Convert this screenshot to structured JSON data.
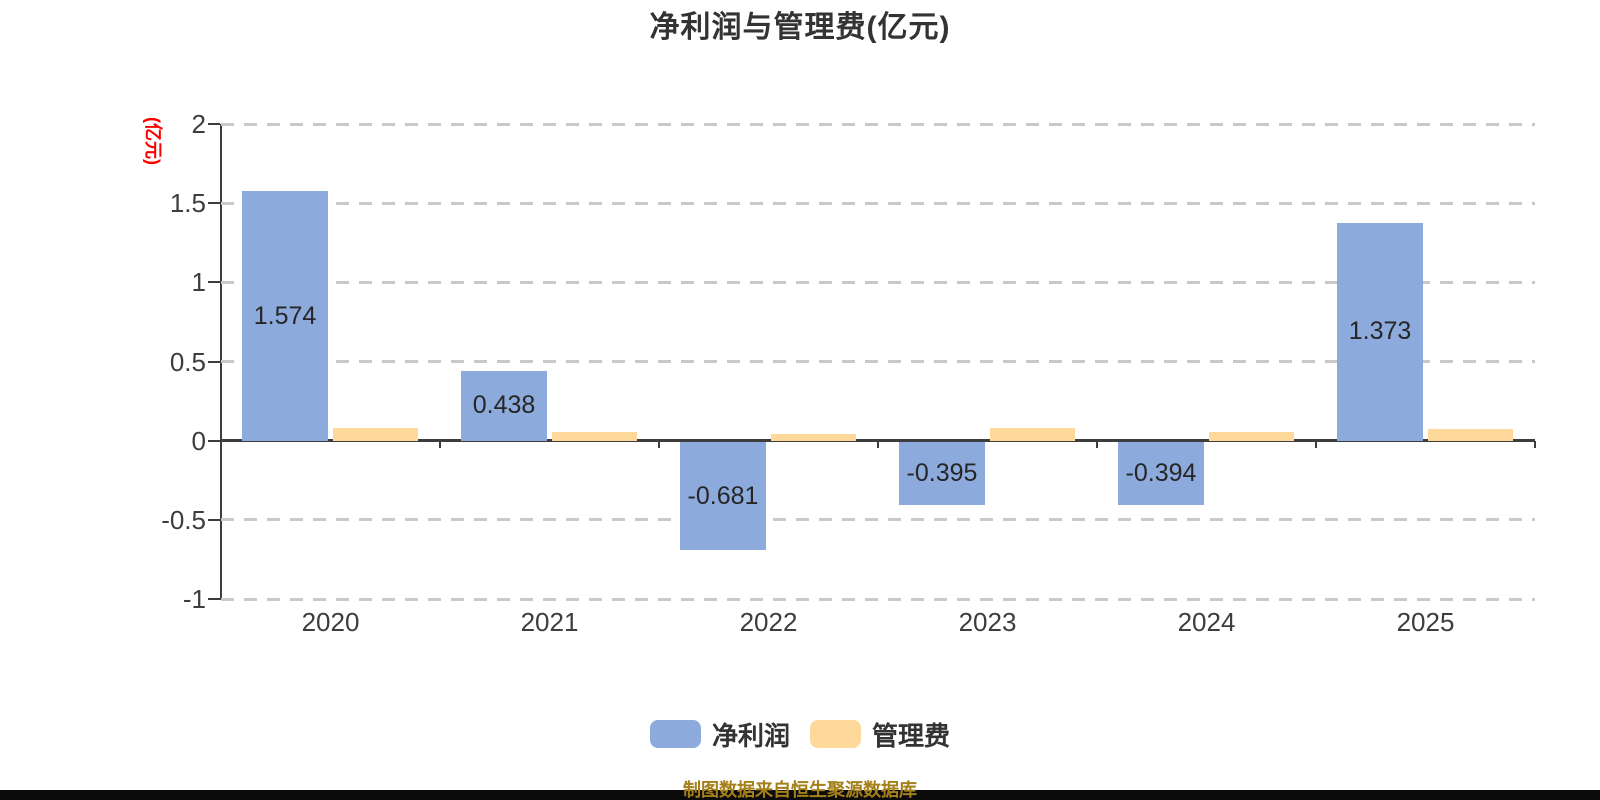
{
  "title": "净利润与管理费(亿元)",
  "y_axis_name": "(亿元)",
  "footer": "制图数据来自恒生聚源数据库",
  "style": {
    "net_profit_color": "#8CAADC",
    "mgmt_fee_color": "#FFD99B",
    "grid_color": "#C9C9C9",
    "axis_color": "#3D3D3D",
    "title_color": "#333333",
    "y_name_color": "#FF0000",
    "footer_color": "#A4801A"
  },
  "legend": [
    {
      "label": "净利润",
      "color": "#8CAADC"
    },
    {
      "label": "管理费",
      "color": "#FFD99B"
    }
  ],
  "chart_data": {
    "type": "bar",
    "categories": [
      "2020",
      "2021",
      "2022",
      "2023",
      "2024",
      "2025"
    ],
    "series": [
      {
        "name": "净利润",
        "color": "#8CAADC",
        "values": [
          1.574,
          0.438,
          -0.681,
          -0.395,
          -0.394,
          1.373
        ],
        "labels": [
          "1.574",
          "0.438",
          "-0.681",
          "-0.395",
          "-0.394",
          "1.373"
        ]
      },
      {
        "name": "管理费",
        "color": "#FFD99B",
        "values": [
          0.077,
          0.055,
          0.045,
          0.08,
          0.057,
          0.073
        ],
        "labels": []
      }
    ],
    "title": "净利润与管理费(亿元)",
    "xlabel": "",
    "ylabel": "(亿元)",
    "ylim": [
      -1,
      2
    ],
    "yticks": [
      2,
      1.5,
      1,
      0.5,
      0,
      -0.5,
      -1
    ],
    "grid": "dashed horizontal",
    "legend_position": "bottom"
  }
}
